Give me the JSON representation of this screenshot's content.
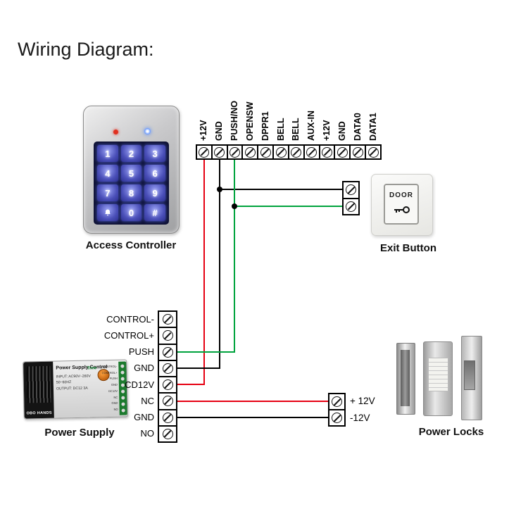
{
  "title": "Wiring Diagram:",
  "colors": {
    "wire_black": "#000000",
    "wire_red": "#e60012",
    "wire_green": "#00a33d",
    "keypad_backlight": "#6d74e0",
    "psu_terminal_strip": "#1c7a2e"
  },
  "access_controller": {
    "label": "Access Controller",
    "keys": [
      "1",
      "2",
      "3",
      "4",
      "5",
      "6",
      "7",
      "8",
      "9",
      "bell",
      "0",
      "#"
    ]
  },
  "top_terminal_block": {
    "labels": [
      "+12V",
      "GND",
      "PUSH/NO",
      "OPENSW",
      "DPPR1",
      "BELL",
      "BELL",
      "AUX-IN",
      "+12V",
      "GND",
      "DATA0",
      "DATA1"
    ]
  },
  "exit_button": {
    "label": "Exit Button",
    "door_text": "DOOR"
  },
  "controller_terminal_block": {
    "labels": [
      "CONTROL-",
      "CONTROL+",
      "PUSH",
      "GND",
      "CD12V",
      "NC",
      "GND",
      "NO"
    ]
  },
  "power_supply": {
    "label": "Power Supply",
    "title": "Power Supply Control",
    "brand": "OBO HANDS",
    "specs": [
      "INPUT: AC90V~260V 50~60HZ",
      "OUTPUT: DC12 3A"
    ],
    "knob_label": "Time",
    "terminals": [
      "CONTROL-",
      "CONTROL+",
      "PUSH",
      "GND",
      "DC12V",
      "NC",
      "GND",
      "NO"
    ]
  },
  "lock_terminal_block": {
    "labels": [
      "+ 12V",
      "-12V"
    ]
  },
  "power_locks": {
    "label": "Power Locks"
  }
}
